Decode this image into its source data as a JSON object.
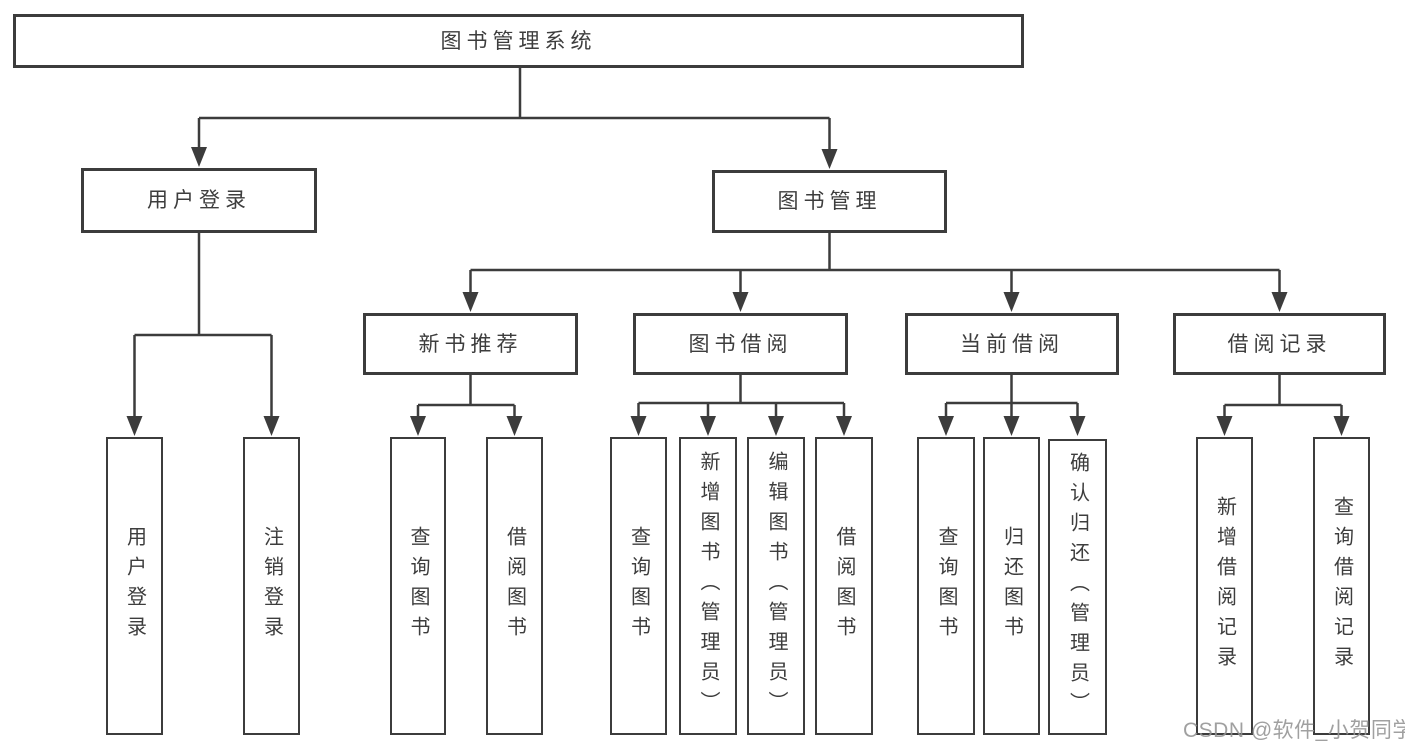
{
  "diagram": {
    "title": "图书管理系统",
    "branches": [
      {
        "label": "用户登录",
        "children": [
          {
            "label": "用户登录"
          },
          {
            "label": "注销登录"
          }
        ]
      },
      {
        "label": "图书管理",
        "children": [
          {
            "label": "新书推荐",
            "children": [
              {
                "label": "查询图书"
              },
              {
                "label": "借阅图书"
              }
            ]
          },
          {
            "label": "图书借阅",
            "children": [
              {
                "label": "查询图书"
              },
              {
                "label": "新增图书（管理员）"
              },
              {
                "label": "编辑图书（管理员）"
              },
              {
                "label": "借阅图书"
              }
            ]
          },
          {
            "label": "当前借阅",
            "children": [
              {
                "label": "查询图书"
              },
              {
                "label": "归还图书"
              },
              {
                "label": "确认归还（管理员）"
              }
            ]
          },
          {
            "label": "借阅记录",
            "children": [
              {
                "label": "新增借阅记录"
              },
              {
                "label": "查询借阅记录"
              }
            ]
          }
        ]
      }
    ]
  },
  "watermark": "CSDN @软件_小贺同学",
  "colors": {
    "line": "#3c3c3c",
    "text": "#3d3d3d",
    "watermark": "#949494",
    "background": "#ffffff"
  }
}
